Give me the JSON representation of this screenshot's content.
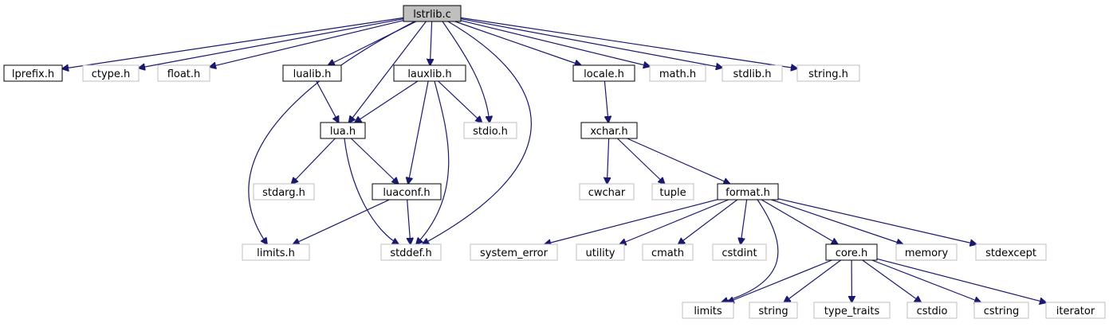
{
  "colors": {
    "edge": "#191970",
    "root_fill": "#bfbfbf",
    "doc_border": "#000000",
    "sys_border": "#bfbfbf",
    "background": "#ffffff"
  },
  "nodes": [
    {
      "id": "lstrlib_c",
      "label": "lstrlib.c",
      "kind": "root"
    },
    {
      "id": "lprefix_h",
      "label": "lprefix.h",
      "kind": "documented"
    },
    {
      "id": "ctype_h",
      "label": "ctype.h",
      "kind": "system"
    },
    {
      "id": "float_h",
      "label": "float.h",
      "kind": "system"
    },
    {
      "id": "lualib_h",
      "label": "lualib.h",
      "kind": "documented"
    },
    {
      "id": "lauxlib_h",
      "label": "lauxlib.h",
      "kind": "documented"
    },
    {
      "id": "locale_h",
      "label": "locale.h",
      "kind": "documented"
    },
    {
      "id": "math_h",
      "label": "math.h",
      "kind": "system"
    },
    {
      "id": "stdlib_h",
      "label": "stdlib.h",
      "kind": "system"
    },
    {
      "id": "string_h",
      "label": "string.h",
      "kind": "system"
    },
    {
      "id": "lua_h",
      "label": "lua.h",
      "kind": "documented"
    },
    {
      "id": "stdio_h",
      "label": "stdio.h",
      "kind": "system"
    },
    {
      "id": "xchar_h",
      "label": "xchar.h",
      "kind": "documented"
    },
    {
      "id": "stdarg_h",
      "label": "stdarg.h",
      "kind": "system"
    },
    {
      "id": "luaconf_h",
      "label": "luaconf.h",
      "kind": "documented"
    },
    {
      "id": "cwchar",
      "label": "cwchar",
      "kind": "system"
    },
    {
      "id": "tuple",
      "label": "tuple",
      "kind": "system"
    },
    {
      "id": "format_h",
      "label": "format.h",
      "kind": "documented"
    },
    {
      "id": "limits_h",
      "label": "limits.h",
      "kind": "system"
    },
    {
      "id": "stddef_h",
      "label": "stddef.h",
      "kind": "system"
    },
    {
      "id": "system_error",
      "label": "system_error",
      "kind": "system"
    },
    {
      "id": "utility",
      "label": "utility",
      "kind": "system"
    },
    {
      "id": "cmath",
      "label": "cmath",
      "kind": "system"
    },
    {
      "id": "cstdint",
      "label": "cstdint",
      "kind": "system"
    },
    {
      "id": "core_h",
      "label": "core.h",
      "kind": "documented"
    },
    {
      "id": "memory",
      "label": "memory",
      "kind": "system"
    },
    {
      "id": "stdexcept",
      "label": "stdexcept",
      "kind": "system"
    },
    {
      "id": "limits",
      "label": "limits",
      "kind": "system"
    },
    {
      "id": "string",
      "label": "string",
      "kind": "system"
    },
    {
      "id": "type_traits",
      "label": "type_traits",
      "kind": "system"
    },
    {
      "id": "cstdio",
      "label": "cstdio",
      "kind": "system"
    },
    {
      "id": "cstring",
      "label": "cstring",
      "kind": "system"
    },
    {
      "id": "iterator",
      "label": "iterator",
      "kind": "system"
    }
  ],
  "edges": [
    {
      "from": "lstrlib_c",
      "to": "lprefix_h"
    },
    {
      "from": "lstrlib_c",
      "to": "ctype_h"
    },
    {
      "from": "lstrlib_c",
      "to": "float_h"
    },
    {
      "from": "lstrlib_c",
      "to": "lualib_h"
    },
    {
      "from": "lstrlib_c",
      "to": "lauxlib_h"
    },
    {
      "from": "lstrlib_c",
      "to": "locale_h"
    },
    {
      "from": "lstrlib_c",
      "to": "math_h"
    },
    {
      "from": "lstrlib_c",
      "to": "stdlib_h"
    },
    {
      "from": "lstrlib_c",
      "to": "string_h"
    },
    {
      "from": "lstrlib_c",
      "to": "lua_h"
    },
    {
      "from": "lstrlib_c",
      "to": "stdio_h"
    },
    {
      "from": "lstrlib_c",
      "to": "limits_h"
    },
    {
      "from": "lstrlib_c",
      "to": "stddef_h"
    },
    {
      "from": "lualib_h",
      "to": "lua_h"
    },
    {
      "from": "lauxlib_h",
      "to": "lua_h"
    },
    {
      "from": "lauxlib_h",
      "to": "stdio_h"
    },
    {
      "from": "lauxlib_h",
      "to": "luaconf_h"
    },
    {
      "from": "lauxlib_h",
      "to": "stddef_h"
    },
    {
      "from": "locale_h",
      "to": "xchar_h"
    },
    {
      "from": "lua_h",
      "to": "stdarg_h"
    },
    {
      "from": "lua_h",
      "to": "luaconf_h"
    },
    {
      "from": "lua_h",
      "to": "stddef_h"
    },
    {
      "from": "luaconf_h",
      "to": "limits_h"
    },
    {
      "from": "luaconf_h",
      "to": "stddef_h"
    },
    {
      "from": "xchar_h",
      "to": "cwchar"
    },
    {
      "from": "xchar_h",
      "to": "tuple"
    },
    {
      "from": "xchar_h",
      "to": "format_h"
    },
    {
      "from": "format_h",
      "to": "system_error"
    },
    {
      "from": "format_h",
      "to": "utility"
    },
    {
      "from": "format_h",
      "to": "cmath"
    },
    {
      "from": "format_h",
      "to": "cstdint"
    },
    {
      "from": "format_h",
      "to": "core_h"
    },
    {
      "from": "format_h",
      "to": "memory"
    },
    {
      "from": "format_h",
      "to": "stdexcept"
    },
    {
      "from": "format_h",
      "to": "limits"
    },
    {
      "from": "core_h",
      "to": "limits"
    },
    {
      "from": "core_h",
      "to": "string"
    },
    {
      "from": "core_h",
      "to": "type_traits"
    },
    {
      "from": "core_h",
      "to": "cstdio"
    },
    {
      "from": "core_h",
      "to": "cstring"
    },
    {
      "from": "core_h",
      "to": "iterator"
    }
  ]
}
